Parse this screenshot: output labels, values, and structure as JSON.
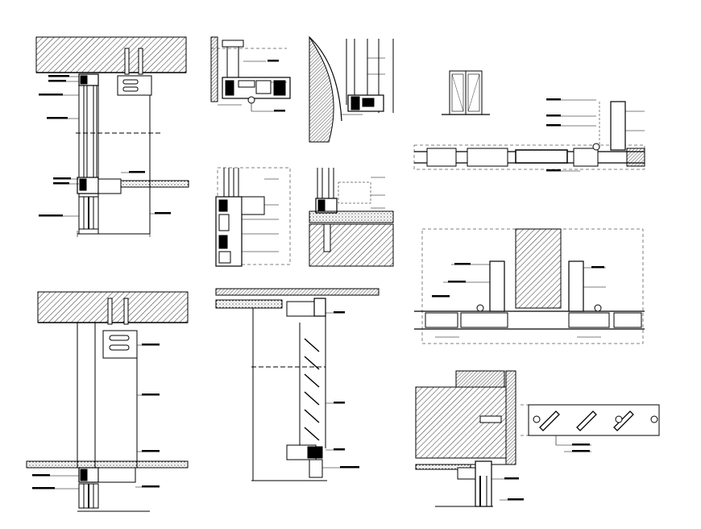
{
  "drawing": {
    "background": "#ffffff",
    "line_color": "#000000",
    "hatch_color": "#000000",
    "details": [
      {
        "id": "detail-1",
        "kind": "vertical-section-window-head-sill"
      },
      {
        "id": "detail-2",
        "kind": "head-section-small"
      },
      {
        "id": "detail-3",
        "kind": "curved-wall-section"
      },
      {
        "id": "detail-4",
        "kind": "mullion-section"
      },
      {
        "id": "detail-5",
        "kind": "sill-section-on-ground"
      },
      {
        "id": "detail-6",
        "kind": "door-elevation-and-plan"
      },
      {
        "id": "detail-7",
        "kind": "column-plan-section"
      },
      {
        "id": "detail-8",
        "kind": "vertical-section-floor-to-ceiling"
      },
      {
        "id": "detail-9",
        "kind": "louvre-window-section"
      },
      {
        "id": "detail-10",
        "kind": "louvre-wall-junction-plan"
      }
    ]
  }
}
